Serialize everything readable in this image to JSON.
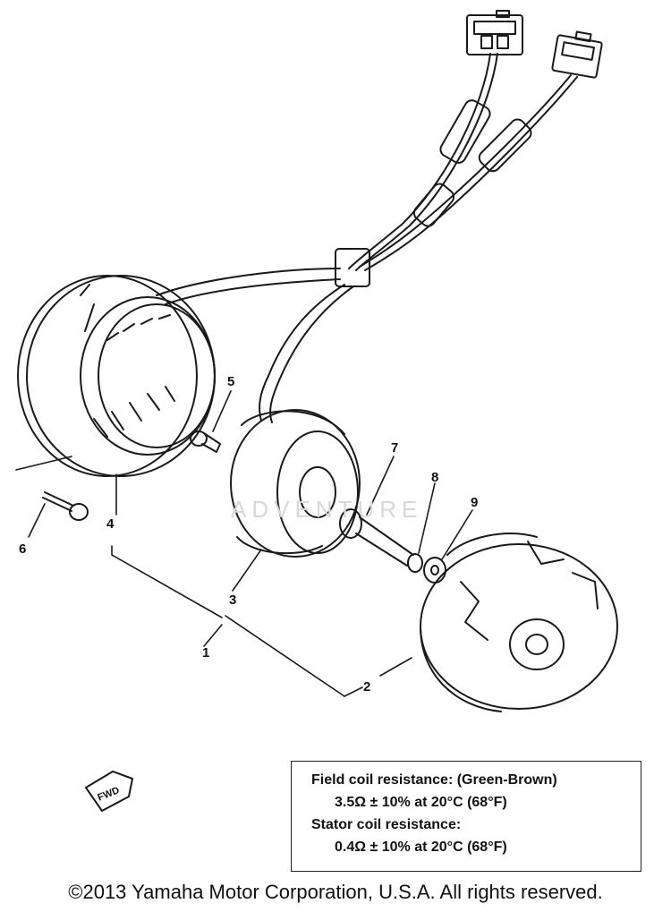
{
  "callouts": {
    "c1": "1",
    "c2": "2",
    "c3": "3",
    "c4": "4",
    "c5": "5",
    "c6": "6",
    "c7": "7",
    "c8": "8",
    "c9": "9"
  },
  "fwd_label": "FWD",
  "watermark": "ADVENTURE",
  "spec_box": {
    "line1": "Field coil resistance: (Green-Brown)",
    "line2": "3.5Ω ± 10% at 20°C (68°F)",
    "line3": "Stator coil resistance:",
    "line4": "0.4Ω ± 10% at 20°C (68°F)"
  },
  "copyright": "©2013 Yamaha Motor Corporation, U.S.A. All rights reserved."
}
